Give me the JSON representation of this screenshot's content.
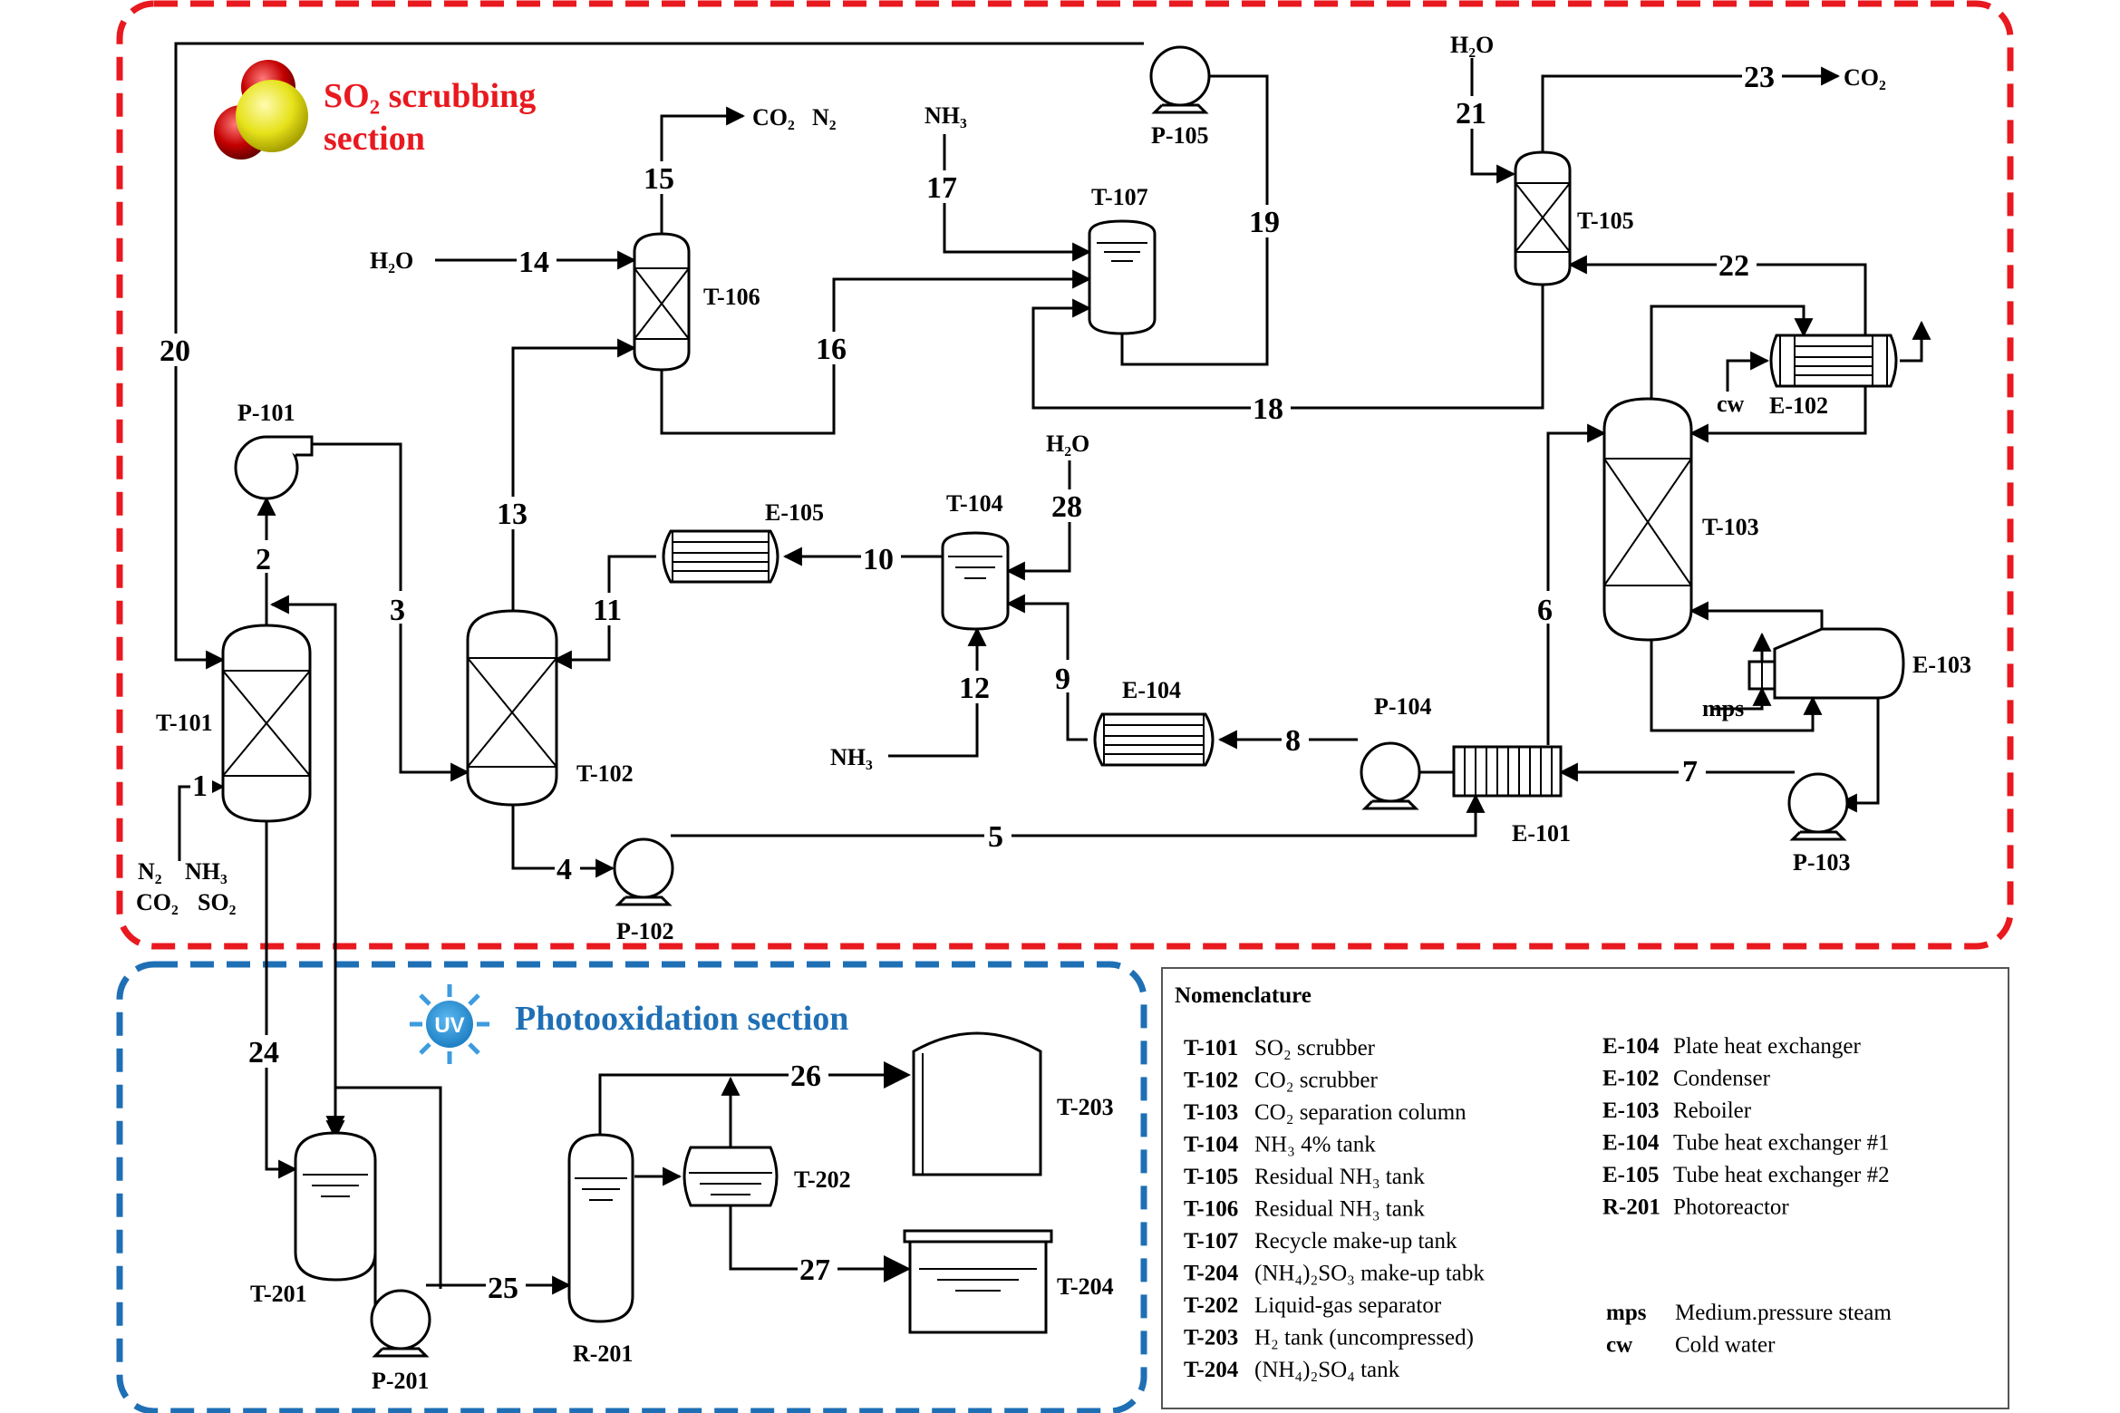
{
  "sections": {
    "so2": {
      "line1": "SO₂ scrubbing",
      "line2": "section",
      "border_color": "#e8191f"
    },
    "photo": {
      "title": "Photooxidation section",
      "uv_label": "UV",
      "border_color": "#1f6fb5"
    }
  },
  "equipment": {
    "T101": "T-101",
    "T102": "T-102",
    "T103": "T-103",
    "T104": "T-104",
    "T105": "T-105",
    "T106": "T-106",
    "T107": "T-107",
    "P101": "P-101",
    "P102": "P-102",
    "P103": "P-103",
    "P104": "P-104",
    "P105": "P-105",
    "E101": "E-101",
    "E102": "E-102",
    "E103": "E-103",
    "E104": "E-104",
    "E105": "E-105",
    "T201": "T-201",
    "P201": "P-201",
    "R201": "R-201",
    "T202": "T-202",
    "T203": "T-203",
    "T204": "T-204"
  },
  "streams": [
    "1",
    "2",
    "3",
    "4",
    "5",
    "6",
    "7",
    "8",
    "9",
    "10",
    "11",
    "12",
    "13",
    "14",
    "15",
    "16",
    "17",
    "18",
    "19",
    "20",
    "21",
    "22",
    "23",
    "24",
    "25",
    "26",
    "27",
    "28"
  ],
  "chemicals": {
    "co2_n2_co2": "CO₂",
    "co2_n2_n2": "N₂",
    "nh3_17": "NH₃",
    "h2o_21": "H₂O",
    "co2_23": "CO₂",
    "h2o_14": "H₂O",
    "h2o_28": "H₂O",
    "nh3_12": "NH₃",
    "feed_n2": "N₂",
    "feed_nh3": "NH₃",
    "feed_co2": "CO₂",
    "feed_so2": "SO₂",
    "cw": "cw",
    "mps": "mps"
  },
  "nomenclature": {
    "title": "Nomenclature",
    "left": [
      {
        "code": "T-101",
        "desc": "SO₂ scrubber"
      },
      {
        "code": "T-102",
        "desc": "CO₂ scrubber"
      },
      {
        "code": "T-103",
        "desc": "CO₂ separation column"
      },
      {
        "code": "T-104",
        "desc": "NH₃ 4% tank"
      },
      {
        "code": "T-105",
        "desc": "Residual NH₃ tank"
      },
      {
        "code": "T-106",
        "desc": "Residual NH₃ tank"
      },
      {
        "code": "T-107",
        "desc": "Recycle make-up tank"
      },
      {
        "code": "T-204",
        "desc": "(NH₄)₂SO₃ make-up tabk"
      },
      {
        "code": "T-202",
        "desc": "Liquid-gas separator"
      },
      {
        "code": "T-203",
        "desc": "H₂ tank (uncompressed)"
      },
      {
        "code": "T-204",
        "desc": "(NH₄)₂SO₄ tank"
      }
    ],
    "right": [
      {
        "code": "E-104",
        "desc": "Plate heat exchanger"
      },
      {
        "code": "E-102",
        "desc": "Condenser"
      },
      {
        "code": "E-103",
        "desc": "Reboiler"
      },
      {
        "code": "E-104",
        "desc": "Tube heat exchanger #1"
      },
      {
        "code": "E-105",
        "desc": "Tube heat exchanger #2"
      },
      {
        "code": "R-201",
        "desc": "Photoreactor"
      }
    ],
    "abbr": [
      {
        "code": "mps",
        "desc": "Medium.pressure steam"
      },
      {
        "code": "cw",
        "desc": "Cold water"
      }
    ]
  }
}
